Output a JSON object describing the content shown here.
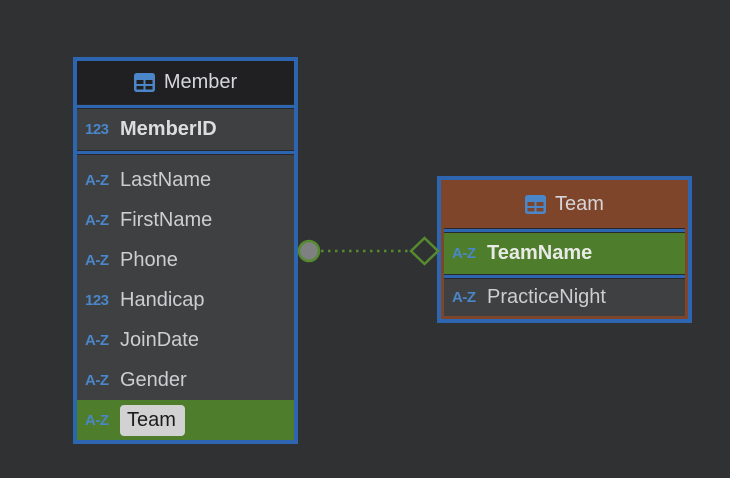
{
  "colors": {
    "canvas_bg": "#303132",
    "selection_border_blue": "#2D65B0",
    "row_bg_gray": "#3E4042",
    "member_header_bg": "#202022",
    "team_header_brown": "#7F452A",
    "key_highlight_green": "#4E7D2B",
    "connector_green": "#568A2F",
    "type_icon_blue": "#4A86C8",
    "edit_box_bg": "#D2D2D2",
    "edit_box_text": "#1C1C1C"
  },
  "member_table": {
    "title": "Member",
    "key_column": {
      "type_icon": "123",
      "label": "MemberID"
    },
    "columns": [
      {
        "type_icon": "A-Z",
        "label": "LastName"
      },
      {
        "type_icon": "A-Z",
        "label": "FirstName"
      },
      {
        "type_icon": "A-Z",
        "label": "Phone"
      },
      {
        "type_icon": "123",
        "label": "Handicap"
      },
      {
        "type_icon": "A-Z",
        "label": "JoinDate"
      },
      {
        "type_icon": "A-Z",
        "label": "Gender"
      }
    ],
    "fk_column": {
      "type_icon": "A-Z",
      "label": "Team",
      "state": "editing"
    }
  },
  "team_table": {
    "title": "Team",
    "key_column": {
      "type_icon": "A-Z",
      "label": "TeamName"
    },
    "columns": [
      {
        "type_icon": "A-Z",
        "label": "PracticeNight"
      }
    ]
  },
  "relationship": {
    "from_table": "Member",
    "to_table": "Team",
    "line_style": "dotted",
    "source_endpoint": "circle",
    "target_endpoint": "diamond"
  }
}
